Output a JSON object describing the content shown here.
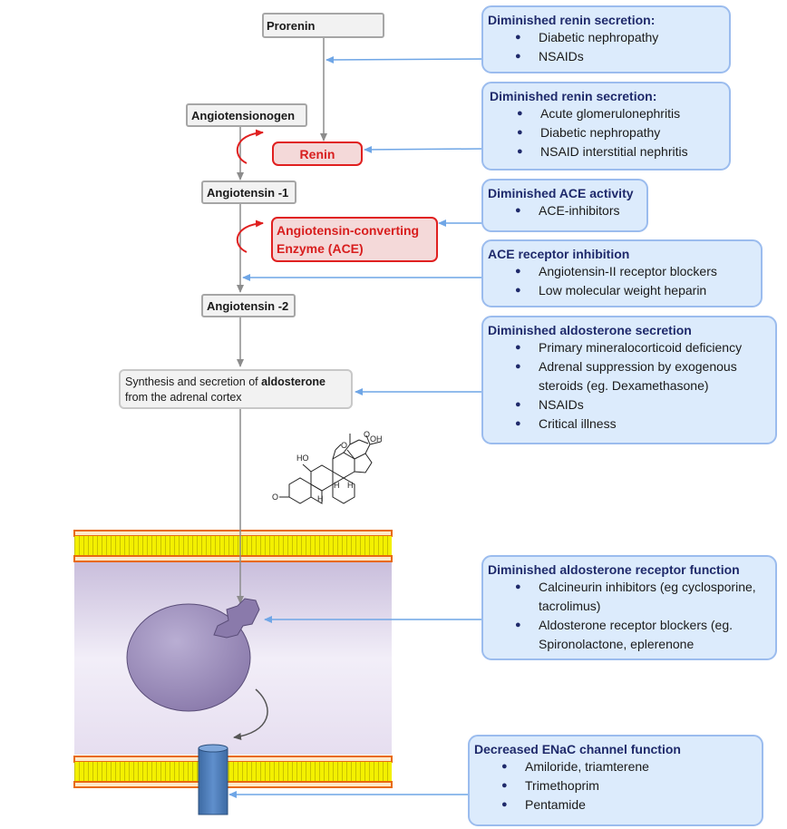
{
  "pathway": {
    "prorenin": "Prorenin",
    "angiotensionogen": "Angiotensionogen",
    "renin": "Renin",
    "angiotensin1": "Angiotensin -1",
    "ace_line1": "Angiotensin-converting",
    "ace_line2": "Enzyme (ACE)",
    "angiotensin2": "Angiotensin -2",
    "aldo_pre": "Synthesis and secretion of ",
    "aldo_bold": "aldosterone",
    "aldo_post": "from the adrenal  cortex"
  },
  "molecule": {
    "ho": "HO",
    "h1": "H",
    "h2": "H",
    "h3": "H",
    "oh": "OH",
    "o_ring": "O",
    "o_keto": "O",
    "o_ald": "O"
  },
  "callouts": {
    "c1": {
      "title": "Diminished renin secretion:",
      "items": [
        "Diabetic nephropathy",
        "NSAIDs"
      ]
    },
    "c2": {
      "title": "Diminished renin secretion:",
      "items": [
        "Acute glomerulonephritis",
        "Diabetic nephropathy",
        "NSAID interstitial nephritis"
      ]
    },
    "c3": {
      "title": "Diminished ACE activity",
      "items": [
        "ACE-inhibitors"
      ]
    },
    "c4": {
      "title": "ACE receptor inhibition",
      "items": [
        "Angiotensin-II receptor blockers",
        "Low molecular weight heparin"
      ]
    },
    "c5": {
      "title": "Diminished aldosterone secretion",
      "items": [
        "Primary mineralocorticoid deficiency",
        "Adrenal suppression by exogenous steroids (eg. Dexamethasone)",
        "NSAIDs",
        "Critical illness"
      ]
    },
    "c6": {
      "title": "Diminished aldosterone receptor function",
      "items": [
        "Calcineurin inhibitors (eg cyclosporine, tacrolimus)",
        "Aldosterone receptor blockers (eg. Spironolactone, eplerenone"
      ]
    },
    "c7": {
      "title": "Decreased ENaC channel function",
      "items": [
        "Amiloride, triamterene",
        "Trimethoprim",
        "Pentamide"
      ]
    }
  },
  "bullet_glyph": "●",
  "colors": {
    "callout_fill": "#dcebfc",
    "callout_border": "#9bbcee",
    "enzyme_red": "#e02020",
    "arrow_blue": "#6fa6e6",
    "membrane_yellow": "#f3f000",
    "membrane_orange": "#e86a10",
    "receptor_purple": "#9a8cb8",
    "channel_blue": "#4f81bd"
  }
}
